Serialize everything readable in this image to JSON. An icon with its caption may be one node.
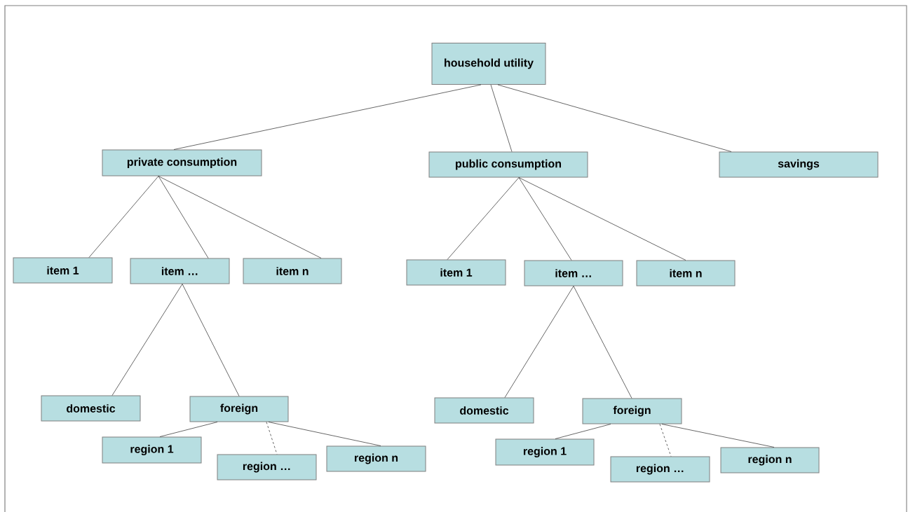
{
  "diagram": {
    "nodes": [
      {
        "text": [
          "household utility"
        ]
      },
      {
        "text": [
          "private consumption"
        ]
      },
      {
        "text": [
          "public consumption"
        ]
      },
      {
        "text": [
          "savings"
        ]
      },
      {
        "text": [
          "item 1"
        ]
      },
      {
        "text": [
          "item …"
        ]
      },
      {
        "text": [
          "item n"
        ]
      },
      {
        "text": [
          "item 1"
        ]
      },
      {
        "text": [
          "item …"
        ]
      },
      {
        "text": [
          "item n"
        ]
      },
      {
        "text": [
          "domestic"
        ]
      },
      {
        "text": [
          "foreign"
        ]
      },
      {
        "text": [
          "region 1"
        ]
      },
      {
        "text": [
          "region …"
        ]
      },
      {
        "text": [
          "region n"
        ]
      },
      {
        "text": [
          "domestic"
        ]
      },
      {
        "text": [
          "foreign"
        ]
      },
      {
        "text": [
          "region 1"
        ]
      },
      {
        "text": [
          "region …"
        ]
      },
      {
        "text": [
          "region n"
        ]
      }
    ],
    "edges": [
      {
        "from": 0,
        "to": 1,
        "arrow": "none"
      },
      {
        "from": 0,
        "to": 2,
        "arrow": "none"
      },
      {
        "from": 0,
        "to": 3,
        "arrow": "none"
      },
      {
        "from": 1,
        "to": 4,
        "arrow": "none"
      },
      {
        "from": 1,
        "to": 5,
        "arrow": "none"
      },
      {
        "from": 1,
        "to": 6,
        "arrow": "none"
      },
      {
        "from": 2,
        "to": 7,
        "arrow": "none"
      },
      {
        "from": 2,
        "to": 8,
        "arrow": "none"
      },
      {
        "from": 2,
        "to": 9,
        "arrow": "none"
      },
      {
        "from": 5,
        "to": 10,
        "arrow": "none"
      },
      {
        "from": 5,
        "to": 11,
        "arrow": "none"
      },
      {
        "from": 11,
        "to": 12,
        "arrow": "none"
      },
      {
        "from": 11,
        "to": 13,
        "arrow": "none",
        "style": "dashed"
      },
      {
        "from": 11,
        "to": 14,
        "arrow": "none"
      },
      {
        "from": 8,
        "to": 15,
        "arrow": "none"
      },
      {
        "from": 8,
        "to": 16,
        "arrow": "none"
      },
      {
        "from": 16,
        "to": 17,
        "arrow": "none"
      },
      {
        "from": 16,
        "to": 18,
        "arrow": "none",
        "style": "dashed"
      },
      {
        "from": 16,
        "to": 19,
        "arrow": "none"
      }
    ]
  }
}
